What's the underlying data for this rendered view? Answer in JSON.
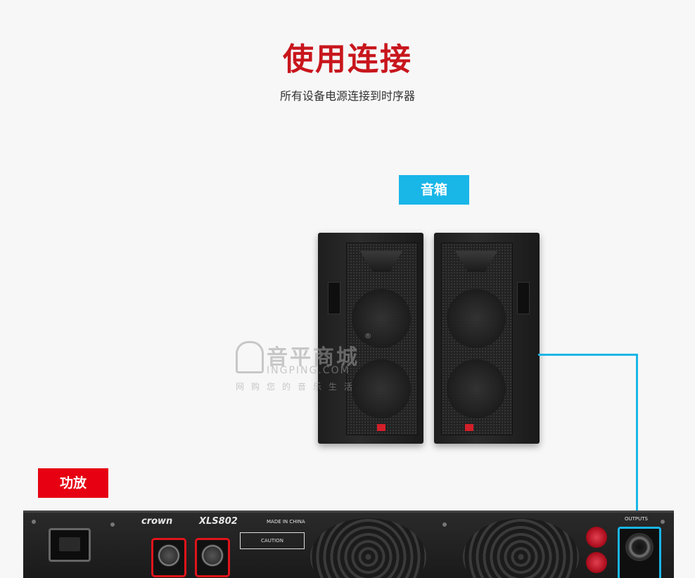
{
  "header": {
    "title": "使用连接",
    "subtitle": "所有设备电源连接到时序器"
  },
  "labels": {
    "speaker": "音箱",
    "amplifier": "功放"
  },
  "amplifier_panel": {
    "brand": "crown",
    "model": "XLS802",
    "made_in": "MADE IN CHINA",
    "outputs": "OUTPUTS",
    "caution": "CAUTION"
  },
  "watermark": {
    "name": "音平商城",
    "domain": "INGPING.COM",
    "slogan": "网购您的音乐生活",
    "registered": "®"
  },
  "colors": {
    "title_red": "#c8161d",
    "speaker_tag": "#19b6e8",
    "amp_tag": "#e60012",
    "highlight_red": "#e0141b",
    "highlight_blue": "#19b6e8"
  }
}
